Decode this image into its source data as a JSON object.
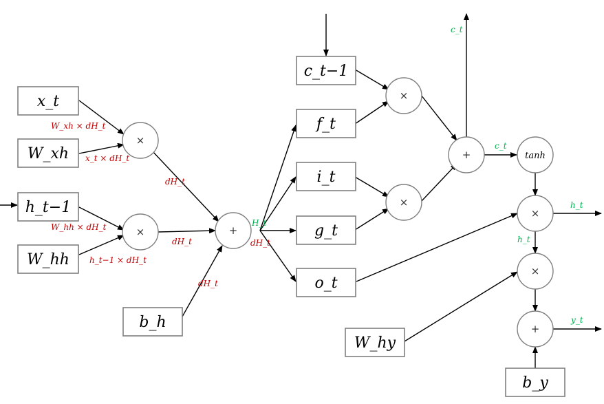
{
  "colors": {
    "gradient": "#c00000",
    "state": "#00b050",
    "box_border": "#7f7f7f"
  },
  "boxes": {
    "x_t": "x_t",
    "W_xh": "W_xh",
    "h_t_minus_1": "h_t−1",
    "W_hh": "W_hh",
    "b_h": "b_h",
    "c_t_minus_1": "c_t−1",
    "f_t": "f_t",
    "i_t": "i_t",
    "g_t": "g_t",
    "o_t": "o_t",
    "W_hy": "W_hy",
    "b_y": "b_y"
  },
  "operators": {
    "multiply": "×",
    "add": "+",
    "tanh": "tanh"
  },
  "gradient_labels": {
    "wxh_dh": "W_xh × dH_t",
    "xt_dh": "x_t × dH_t",
    "dh_top": "dH_t",
    "whh_dh": "W_hh × dH_t",
    "ht1_dh": "h_t−1 × dH_t",
    "dh_mid": "dH_t",
    "dh_bh": "dH_t",
    "dh_split": "dH_t"
  },
  "state_labels": {
    "H_t": "H_t",
    "c_t_top": "c_t",
    "c_t_right": "c_t",
    "h_t_out": "h_t",
    "h_t_down": "h_t",
    "y_t": "y_t"
  }
}
